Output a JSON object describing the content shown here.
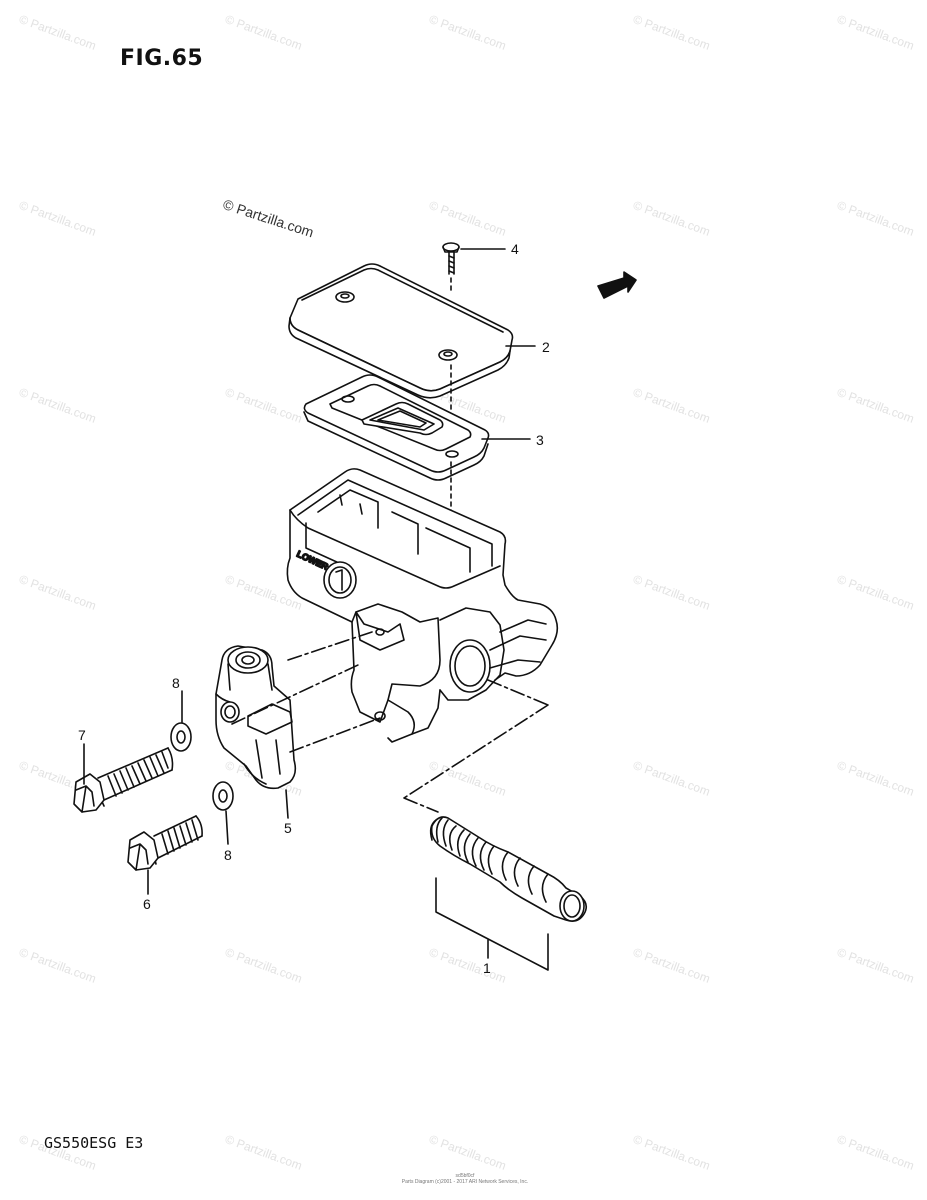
{
  "figure": {
    "title": "FIG.65",
    "model_code": "GS550ESG E3",
    "footer_line1": "sd5bf0cf",
    "footer_line2": "Parts Diagram (c)2001 - 2017 ARI Network Services, Inc."
  },
  "watermarks": {
    "main": "© Partzilla.com",
    "tile": "© Partzilla.com"
  },
  "labels": {
    "fwd": "FWD",
    "lower": "LOWER"
  },
  "callouts": {
    "p1": "1",
    "p2": "2",
    "p3": "3",
    "p4": "4",
    "p5": "5",
    "p6": "6",
    "p7": "7",
    "p8a": "8",
    "p8b": "8"
  }
}
